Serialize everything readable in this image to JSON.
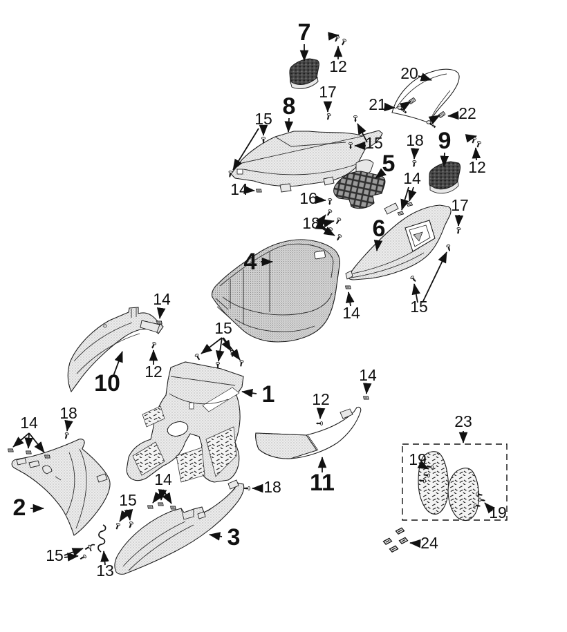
{
  "diagram": {
    "kind": "exploded-parts-diagram",
    "background_color": "#ffffff",
    "line_color": "#111111",
    "panel_fill": "#ececec",
    "dark_grille_fill": "#4a4a4a",
    "dashed_box_present": true
  },
  "labels": {
    "n1": "1",
    "n2": "2",
    "n3": "3",
    "n4": "4",
    "n5": "5",
    "n6": "6",
    "n7": "7",
    "n8": "8",
    "n9": "9",
    "n10": "10",
    "n11": "11",
    "n12": "12",
    "n13": "13",
    "n14": "14",
    "n15": "15",
    "n16": "16",
    "n17": "17",
    "n18": "18",
    "n19": "19",
    "n20": "20",
    "n21": "21",
    "n22": "22",
    "n23": "23",
    "n24": "24"
  }
}
